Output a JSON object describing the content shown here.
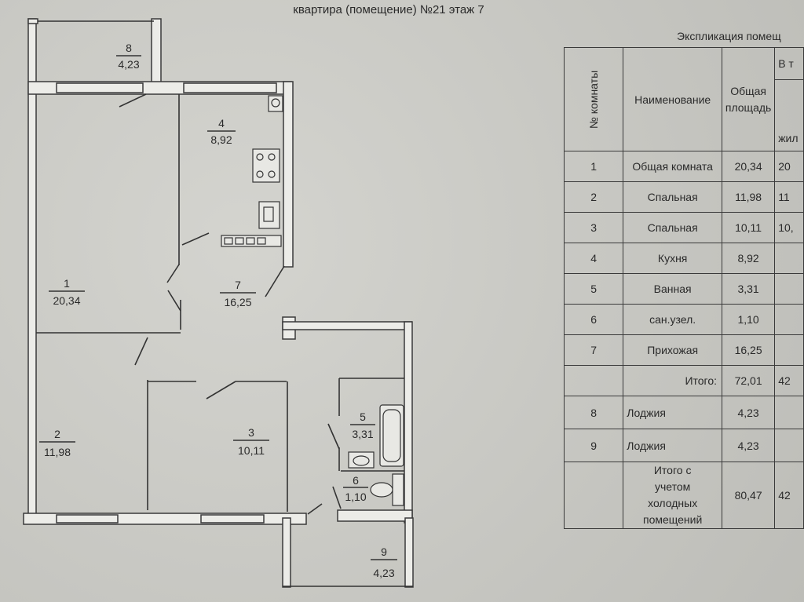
{
  "title": "квартира (помещение) №21 этаж 7",
  "rooms": [
    {
      "num": "8",
      "area": "4,23"
    },
    {
      "num": "4",
      "area": "8,92"
    },
    {
      "num": "1",
      "area": "20,34"
    },
    {
      "num": "7",
      "area": "16,25"
    },
    {
      "num": "2",
      "area": "11,98"
    },
    {
      "num": "3",
      "area": "10,11"
    },
    {
      "num": "5",
      "area": "3,31"
    },
    {
      "num": "6",
      "area": "1,10"
    },
    {
      "num": "9",
      "area": "4,23"
    }
  ],
  "explication": {
    "title": "Экспликация помещ",
    "headers": {
      "num": "№ комнаты",
      "name": "Наименование",
      "area": "Общая площадь",
      "in": "В т",
      "living": "жил"
    },
    "rows": [
      {
        "num": "1",
        "name": "Общая комната",
        "area": "20,34",
        "living": "20"
      },
      {
        "num": "2",
        "name": "Спальная",
        "area": "11,98",
        "living": "11"
      },
      {
        "num": "3",
        "name": "Спальная",
        "area": "10,11",
        "living": "10,"
      },
      {
        "num": "4",
        "name": "Кухня",
        "area": "8,92",
        "living": ""
      },
      {
        "num": "5",
        "name": "Ванная",
        "area": "3,31",
        "living": ""
      },
      {
        "num": "6",
        "name": "сан.узел.",
        "area": "1,10",
        "living": ""
      },
      {
        "num": "7",
        "name": "Прихожая",
        "area": "16,25",
        "living": ""
      }
    ],
    "total": {
      "label": "Итого:",
      "area": "72,01",
      "living": "42"
    },
    "loggias": [
      {
        "num": "8",
        "name": "Лоджия",
        "area": "4,23"
      },
      {
        "num": "9",
        "name": "Лоджия",
        "area": "4,23"
      }
    ],
    "grand_total": {
      "label": "Итого с учетом холодных помещений",
      "area": "80,47",
      "living": "42"
    }
  }
}
